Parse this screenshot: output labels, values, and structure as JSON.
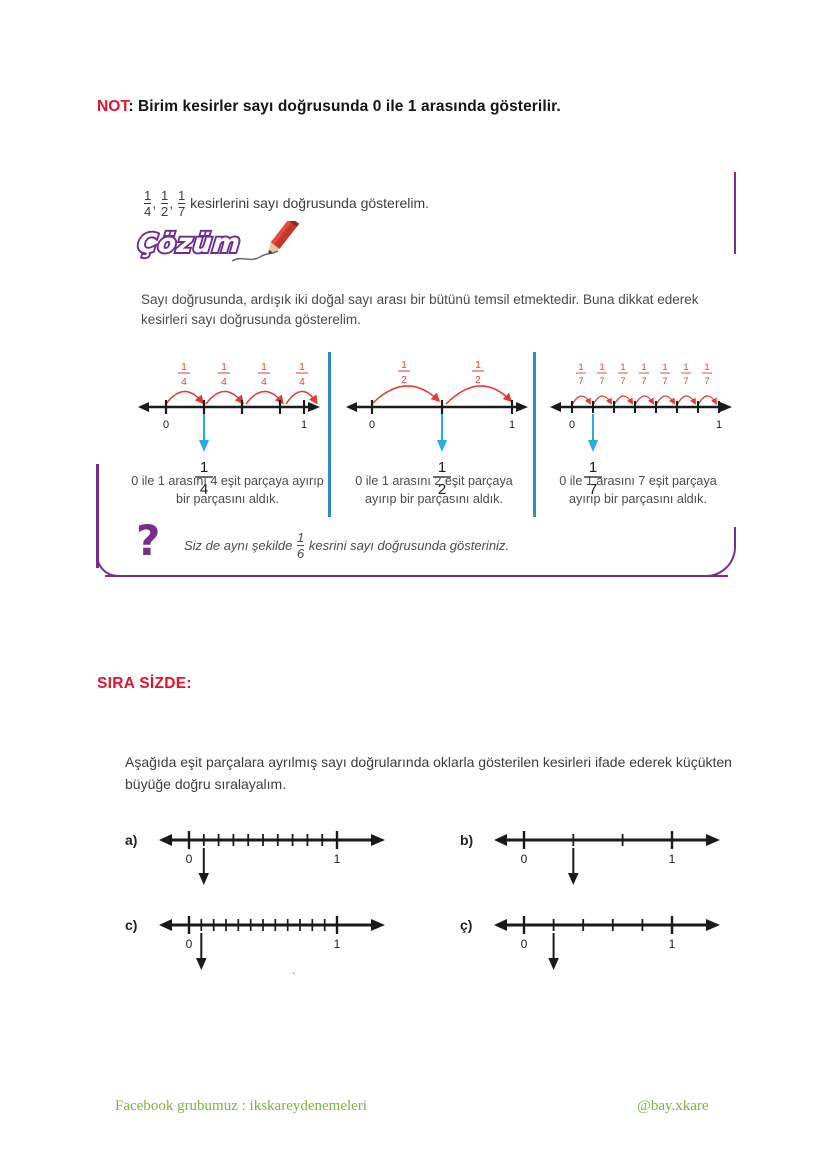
{
  "note": {
    "keyword": "NOT",
    "text": ": Birim kesirler sayı doğrusunda  0 ile 1 arasında gösterilir."
  },
  "solution_box": {
    "prompt_prefix": "",
    "prompt_fractions": [
      "1/4",
      "1/2",
      "1/7"
    ],
    "prompt_suffix": "kesirlerini sayı doğrusunda gösterelim.",
    "logo_label": "Çözüm",
    "logo_icon": "pencil-icon",
    "explanation": "Sayı doğrusunda, ardışık iki doğal sayı arası bir bütünü temsil etmektedir. Buna dikkat ederek kesirleri sayı doğrusunda gösterelim.",
    "number_lines": [
      {
        "id": "quarter",
        "denominator": 4,
        "arc_label_num": "1",
        "arc_label_den": "4",
        "marker_num": "1",
        "marker_den": "4",
        "start_label": "0",
        "end_label": "1",
        "caption": "0 ile 1 arasını 4 eşit parçaya ayırıp bir parçasını aldık."
      },
      {
        "id": "half",
        "denominator": 2,
        "arc_label_num": "1",
        "arc_label_den": "2",
        "marker_num": "1",
        "marker_den": "2",
        "start_label": "0",
        "end_label": "1",
        "caption": "0 ile 1 arasını 2 eşit parçaya ayırıp bir parçasını aldık."
      },
      {
        "id": "seventh",
        "denominator": 7,
        "arc_label_num": "1",
        "arc_label_den": "7",
        "marker_num": "1",
        "marker_den": "7",
        "start_label": "0",
        "end_label": "1",
        "caption": "0 ile 1 arasını 7 eşit parçaya ayırıp bir parçasını aldık."
      }
    ],
    "question": {
      "icon": "question-mark-icon",
      "text_before": "Siz de aynı şekilde",
      "fraction_num": "1",
      "fraction_den": "6",
      "text_after": "kesrini sayı doğrusunda gösteriniz."
    }
  },
  "sira_sizde": {
    "heading": "SIRA SİZDE:",
    "instruction": "Aşağıda eşit parçalara ayrılmış sayı doğrularında oklarla gösterilen kesirleri ifade ederek küçükten büyüğe doğru sıralayalım.",
    "exercises": [
      {
        "label": "a)",
        "divisions": 10,
        "arrow_at": 1,
        "start_label": "0",
        "end_label": "1"
      },
      {
        "label": "b)",
        "divisions": 3,
        "arrow_at": 1,
        "start_label": "0",
        "end_label": "1"
      },
      {
        "label": "c)",
        "divisions": 12,
        "arrow_at": 1,
        "start_label": "0",
        "end_label": "1"
      },
      {
        "label": "ç)",
        "divisions": 5,
        "arrow_at": 1,
        "start_label": "0",
        "end_label": "1"
      }
    ],
    "stray_mark": "-"
  },
  "footer": {
    "left": "Facebook grubumuz : ikskareydenemeleri",
    "right": "@bay.xkare"
  },
  "colors": {
    "red": "#e8112d",
    "purple": "#7b2d8e",
    "blue_divider": "#2e8bc4",
    "cyan_arrow": "#29abe2",
    "arc_red": "#e23b34",
    "green_footer": "#7cb342"
  }
}
